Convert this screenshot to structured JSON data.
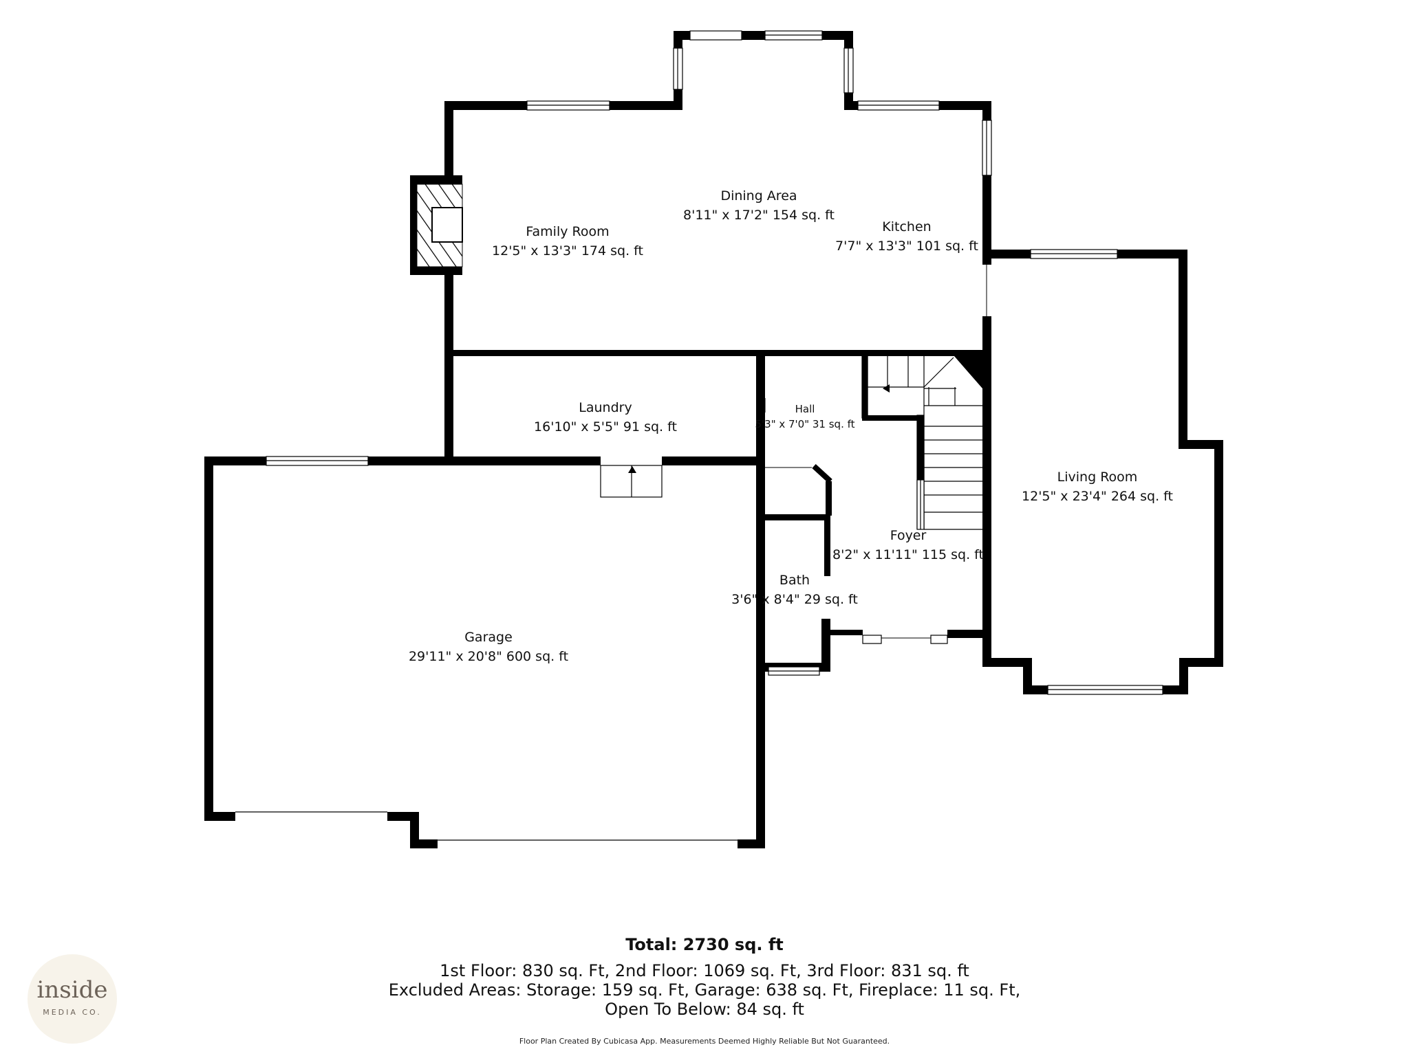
{
  "rooms": {
    "family": {
      "name": "Family Room",
      "dim": "12'5\" x 13'3\" 174 sq. ft"
    },
    "dining": {
      "name": "Dining Area",
      "dim": "8'11\" x 17'2\" 154 sq. ft"
    },
    "kitchen": {
      "name": "Kitchen",
      "dim": "7'7\" x 13'3\" 101 sq. ft"
    },
    "laundry": {
      "name": "Laundry",
      "dim": "16'10\" x 5'5\" 91 sq. ft"
    },
    "hall": {
      "name": "Hall",
      "dim": "5'3\" x 7'0\" 31 sq. ft"
    },
    "living": {
      "name": "Living Room",
      "dim": "12'5\" x 23'4\" 264 sq. ft"
    },
    "foyer": {
      "name": "Foyer",
      "dim": "8'2\" x 11'11\" 115 sq. ft"
    },
    "bath": {
      "name": "Bath",
      "dim": "3'6\" x 8'4\" 29 sq. ft"
    },
    "garage": {
      "name": "Garage",
      "dim": "29'11\" x 20'8\" 600 sq. ft"
    }
  },
  "summary": {
    "total": "Total: 2730 sq. ft",
    "floors": "1st Floor: 830 sq. Ft, 2nd Floor: 1069 sq. Ft, 3rd Floor: 831 sq. ft",
    "excluded_1": "Excluded Areas: Storage: 159 sq. Ft, Garage: 638 sq. Ft, Fireplace: 11 sq. Ft,",
    "excluded_2": "Open To Below: 84 sq. ft"
  },
  "disclaimer": "Floor Plan Created By Cubicasa App. Measurements Deemed Highly Reliable But Not Guaranteed.",
  "logo": {
    "word": "inside",
    "tagline": "MEDIA CO."
  },
  "colors": {
    "wall": "#000000",
    "window": "#ffffff",
    "logo_bg": "#f7f3ea",
    "logo_text": "#6c6258"
  }
}
